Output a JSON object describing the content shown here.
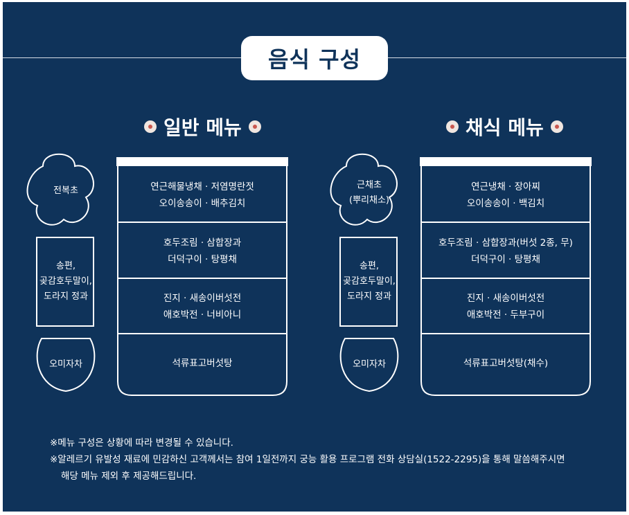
{
  "title": "음식 구성",
  "general": {
    "heading": "일반 메뉴",
    "side": [
      "전복초",
      "송편,\n곶감호두말이,\n도라지 정과",
      "오미자차"
    ],
    "rows": [
      "연근해물냉채 · 저염명란젓\n오이송송이 · 배추김치",
      "호두조림 · 삼합장과\n더덕구이 · 탕평채",
      "진지 · 새송이버섯전\n애호박전 · 너비아니",
      "석류표고버섯탕"
    ]
  },
  "vegetarian": {
    "heading": "채식 메뉴",
    "side": [
      "근채초\n(뿌리채소)",
      "송편,\n곶감호두말이,\n도라지 정과",
      "오미자차"
    ],
    "rows": [
      "연근냉채 · 장아찌\n오이송송이 · 백김치",
      "호두조림 · 삼합장과(버섯 2종, 무)\n더덕구이 · 탕평채",
      "진지 · 새송이버섯전\n애호박전 · 두부구이",
      "석류표고버섯탕(채수)"
    ]
  },
  "notes": [
    "※메뉴 구성은 상황에 따라 변경될 수 있습니다.",
    "※알레르기 유발성 재료에 민감하신 고객께서는 참여 1일전까지 궁능 활용 프로그램 전화 상담실(1522-2295)을 통해 말씀해주시면",
    "해당 메뉴 제외 후 제공해드립니다."
  ],
  "colors": {
    "background": "#0f335a",
    "line": "#ffffff",
    "accent": "#c9574e"
  }
}
